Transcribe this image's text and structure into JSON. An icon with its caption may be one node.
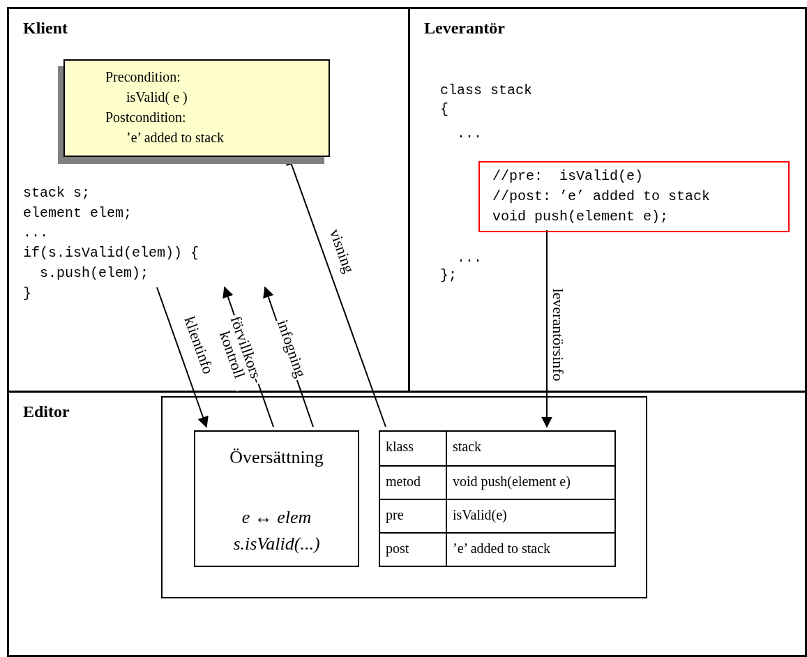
{
  "diagram": {
    "nodes": [
      {
        "text": [
          "Klient"
        ]
      },
      {
        "text": [
          "Precondition:",
          "isValid( e )",
          "Postcondition:",
          "’e’ added to stack"
        ],
        "in": 0
      },
      {
        "text": [
          "stack s;",
          "element elem;",
          "...",
          "if(s.isValid(elem)) {",
          "s.push(elem);",
          "}"
        ],
        "in": 0
      },
      {
        "text": [
          "Leverantör"
        ]
      },
      {
        "text": [
          "class stack",
          "{",
          "...",
          "...",
          "};"
        ],
        "in": 3
      },
      {
        "text": [
          "//pre:  isValid(e)",
          "//post: ’e’ added to stack",
          "void push(element e);"
        ],
        "in": 3
      },
      {
        "text": [
          "Editor"
        ]
      },
      {
        "text": [],
        "shape": "box",
        "in": 6
      },
      {
        "text": [
          "Översättning",
          "e ↔ elem",
          "s.isValid(...)"
        ],
        "in": 7
      },
      {
        "text": [
          "klass",
          "stack",
          "metod",
          "void push(element e)",
          "pre",
          "isValid(e)",
          "post",
          "’e’ added to stack"
        ],
        "in": 7
      }
    ],
    "edges": [
      {
        "from": 2,
        "to": 8,
        "arrow": "to",
        "label": "klientinfo"
      },
      {
        "from": 8,
        "to": 2,
        "arrow": "to",
        "label": "förvillkors- kontroll"
      },
      {
        "from": 8,
        "to": 2,
        "arrow": "to",
        "label": "infogning"
      },
      {
        "from": 9,
        "to": 1,
        "arrow": "to",
        "label": "visning"
      },
      {
        "from": 5,
        "to": 9,
        "arrow": "to",
        "label": "leverantörsinfo"
      }
    ]
  }
}
